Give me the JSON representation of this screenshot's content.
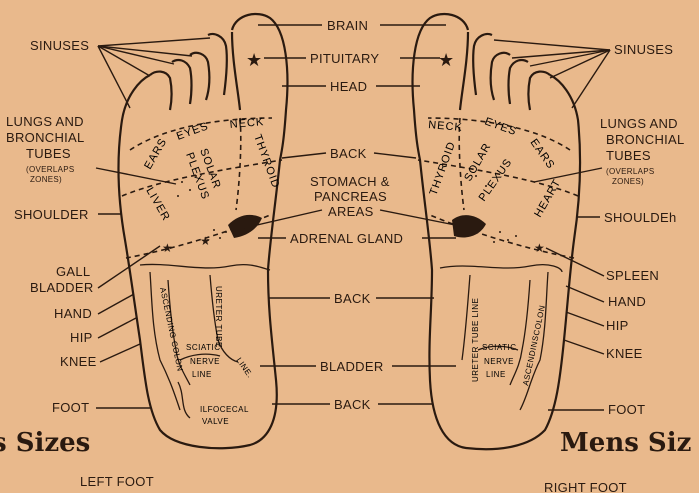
{
  "labels": {
    "brain": "BRAIN",
    "pituitary": "PITUITARY",
    "head": "HEAD",
    "back_upper": "BACK",
    "stomach_line1": "STOMACH &",
    "stomach_line2": "PANCREAS",
    "stomach_line3": "AREAS",
    "adrenal": "ADRENAL GLAND",
    "back_mid": "BACK",
    "bladder": "BLADDER",
    "back_lower": "BACK"
  },
  "left_labels": {
    "sinuses": "SINUSES",
    "lungs1": "LUNGS AND",
    "lungs2": "BRONCHIAL",
    "lungs3": "TUBES",
    "overlaps1": "(OVERLAPS",
    "overlaps2": "ZONES)",
    "shoulder": "SHOULDER",
    "gall1": "GALL",
    "gall2": "BLADDER",
    "hand": "HAND",
    "hip": "HIP",
    "knee": "KNEE",
    "foot": "FOOT"
  },
  "right_labels": {
    "sinuses": "SINUSES",
    "lungs1": "LUNGS AND",
    "lungs2": "BRONCHIAL",
    "lungs3": "TUBES",
    "overlaps1": "(OVERLAPS",
    "overlaps2": "ZONES)",
    "shoulder": "SHOULDEh",
    "spleen": "SPLEEN",
    "hand": "HAND",
    "hip": "HIP",
    "knee": "KNEE",
    "foot": "FOOT"
  },
  "left_foot_zones": {
    "ears": "EARS",
    "eyes": "EYES",
    "neck": "NECK",
    "solar": "SOLAR",
    "plexus": "PLEXUS",
    "thyroid": "THYROID",
    "liver": "LIVER",
    "ascending_colon": "ASCENDING COLON",
    "ureter_tube": "URETER TUBE",
    "sciatic": "SCIATIC",
    "nerve": "NERVE",
    "line": "LINE",
    "line2": "LINE.",
    "ilfocecal": "ILFOCECAL",
    "valve": "VALVE"
  },
  "right_foot_zones": {
    "neck": "NECK",
    "eyes": "EYES",
    "ears": "EARS",
    "thyroid": "THYROID",
    "solar": "SOLAR",
    "plexus": "PLEXUS",
    "heart": "HEART",
    "ureter_tube_line": "URETER TUBE LINE",
    "sciatic": "SCIATIC",
    "nerve": "NERVE",
    "line": "LINE",
    "ascending_colon": "ASCENDINSCOLON"
  },
  "captions": {
    "left_foot": "LEFT FOOT",
    "right_foot": "RIGHT FOOT",
    "left_banner": "s Sizes",
    "right_banner": "Mens Siz"
  },
  "colors": {
    "paper": "#e9b98c",
    "ink": "#2a1a10"
  }
}
